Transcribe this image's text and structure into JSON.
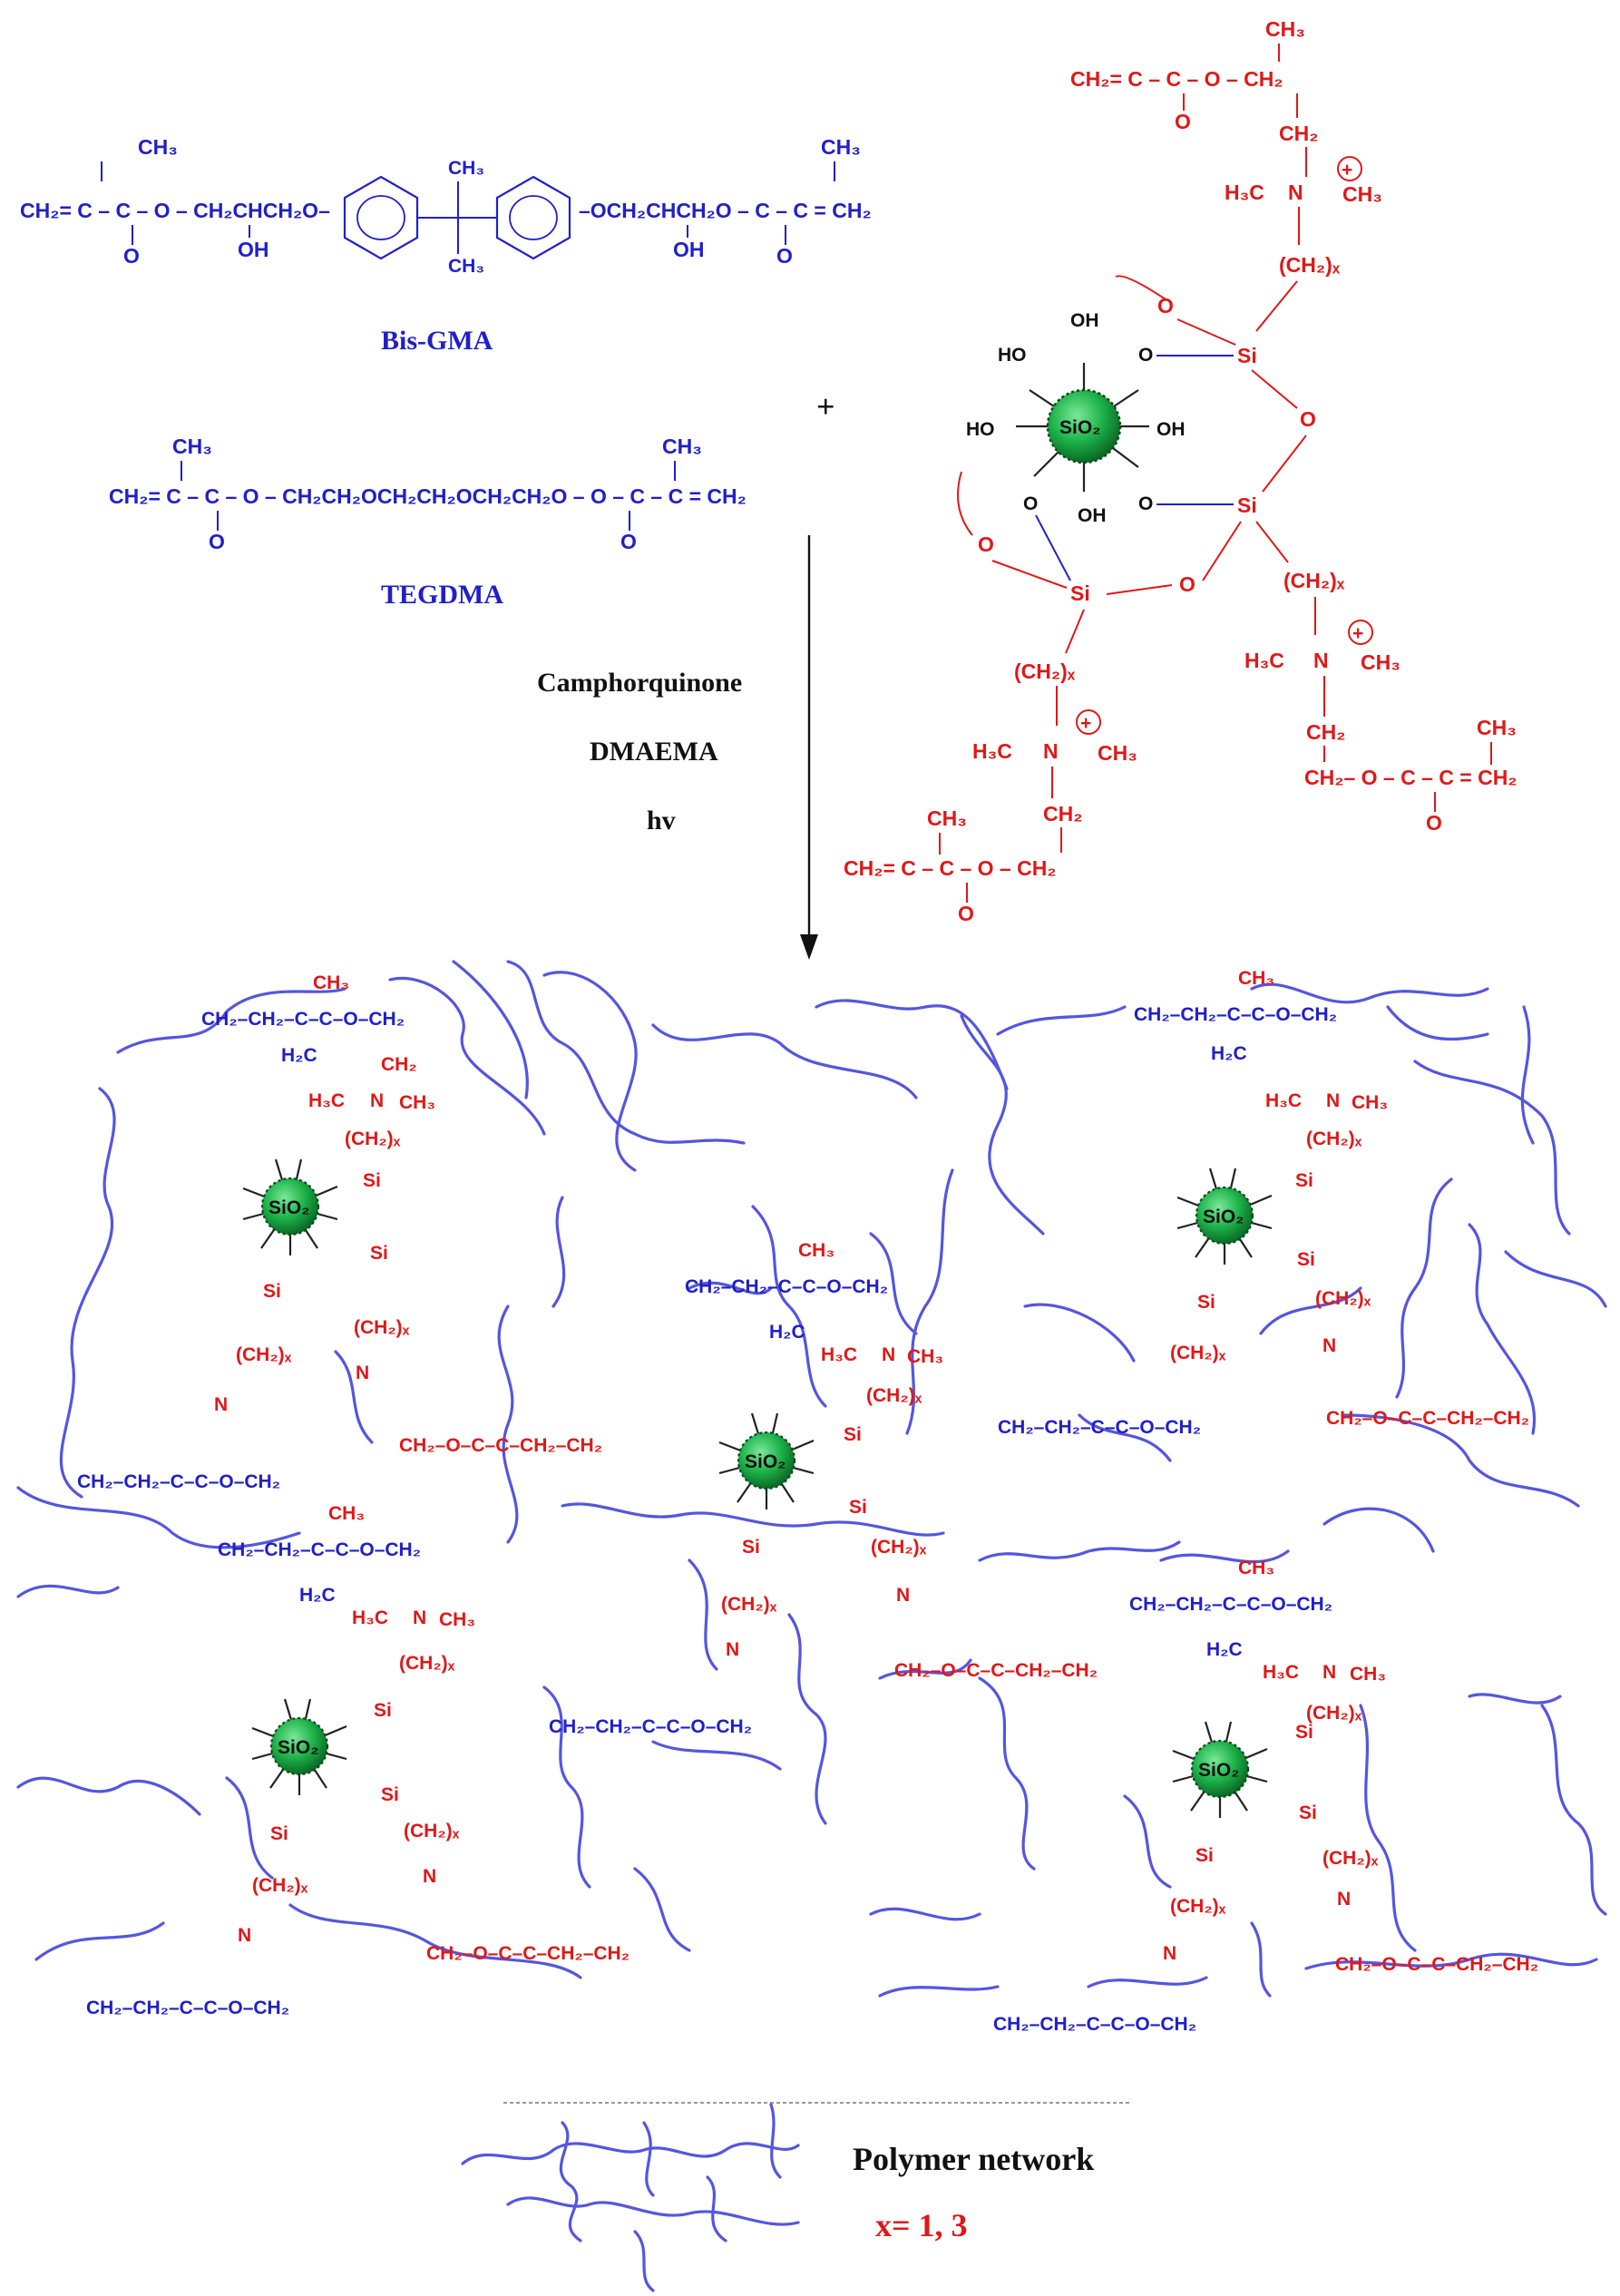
{
  "monomers": {
    "bisgma_name": "Bis-GMA",
    "tegdma_name": "TEGDMA",
    "plus": "+"
  },
  "conditions": {
    "line1": "Camphorquinone",
    "line2": "DMAEMA",
    "line3": "hv"
  },
  "legend": {
    "network_label": "Polymer network",
    "x_note": "x= 1, 3"
  },
  "atoms": {
    "sio2": "SiO₂",
    "si": "Si",
    "o": "O",
    "oh": "OH",
    "ho": "HO",
    "ch2": "CH₂",
    "ch3": "CH₃",
    "h3c": "H₃C",
    "h2c": "H₂C",
    "n": "N",
    "c": "C",
    "ch2x": "(CH₂)ₓ",
    "plus_charge": "+"
  },
  "formulas": {
    "bisgma_row": "CH₂= C – C – O – CH₂CHCH₂O–",
    "bisgma_row_r": "–OCH₂CHCH₂O – C – C = CH₂",
    "tegdma_row": "CH₂= C – C – O – CH₂CH₂OCH₂CH₂OCH₂CH₂O – O – C – C = CH₂",
    "methacryl_r": "CH₂= C – C – O – CH₂",
    "methacryl_top": "CH₂= C – C – O – CH₂",
    "ester_r": "CH₂– O – C – C = CH₂",
    "poly_l": "CH₂–CH₂–C–C–O–CH₂",
    "poly_r": "CH₂–O–C–C–CH₂–CH₂"
  },
  "colors": {
    "monomer": "#2020c8",
    "modifier": "#e01818",
    "network": "#5555e0",
    "particle": "#1db34a"
  }
}
